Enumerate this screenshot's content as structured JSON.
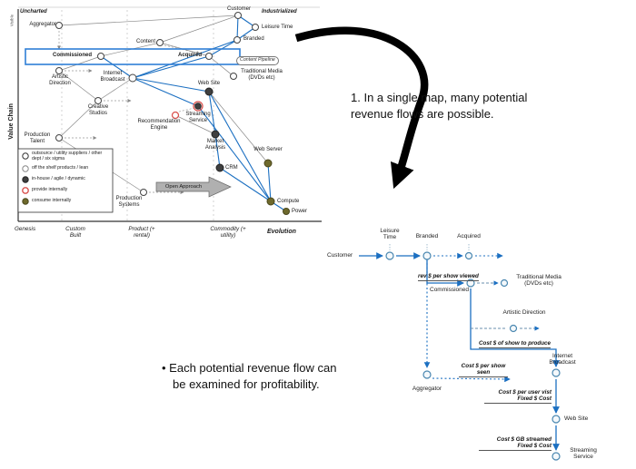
{
  "slide": {
    "note_right": "1. In a single map, many potential revenue flows are possible.",
    "bullet_left": "• Each potential revenue flow can be examined for profitability."
  },
  "map": {
    "top_left": "Uncharted",
    "top_right": "Industrialized",
    "y_axis_label": "Value Chain",
    "y_axis_top": "Visible",
    "x_axis_label": "Evolution",
    "x_stages": {
      "genesis": "Genesis",
      "custom": "Custom Built",
      "product": "Product (+ rental)",
      "commodity": "Commodity (+ utility)"
    },
    "content_pipeline": "Content Pipeline",
    "open_approach": "Open Approach",
    "nodes": {
      "customer": "Customer",
      "leisure_time": "Leisure Time",
      "aggregator": "Aggregator",
      "branded": "Branded",
      "content": "Content",
      "commissioned": "Commissioned",
      "acquired": "Acquired",
      "artistic_direction": "Artistic Direction",
      "internet_broadcast": "Internet Broadcast",
      "traditional_media": "Traditional Media (DVDs etc)",
      "web_site": "Web Site",
      "creative_studios": "Creative Studios",
      "streaming_service": "Streaming Service",
      "recommendation_engine": "Recommendation Engine",
      "market_analysis": "Market Analysis",
      "crm": "CRM",
      "web_server": "Web Server",
      "production_talent": "Production Talent",
      "production_systems": "Production Systems",
      "compute": "Compute",
      "power": "Power"
    },
    "legend": {
      "outsource": "outsource / utility suppliers / other dept / six sigma",
      "off_the_shelf": "off the shelf products / lean",
      "in_house": "in-house / agile / dynamic",
      "provide": "provide internally",
      "consume": "consume internally"
    }
  },
  "flow": {
    "headers": {
      "leisure_time": "Leisure Time",
      "branded": "Branded",
      "acquired": "Acquired"
    },
    "customer": "Customer",
    "commissioned": "Commissioned",
    "traditional_media": "Traditional Media (DVDs etc)",
    "artistic_direction": "Artistic Direction",
    "aggregator": "Aggregator",
    "internet_broadcast": "Internet Broadcast",
    "web_site": "Web Site",
    "streaming_service": "Streaming Service",
    "labels": {
      "rev_per_show": "rev $ per show viewed",
      "cost_show_produce": "Cost $ of show to produce",
      "cost_per_show_seen": "Cost $ per show seen",
      "cost_user_line1": "Cost $ per user vist",
      "cost_user_line2": "Fixed $ Cost",
      "cost_gb_line1": "Cost $ GB streamed",
      "cost_gb_line2": "Fixed $ Cost"
    }
  },
  "colors": {
    "flow_blue": "#1b6fc1",
    "highlight_blue": "#2f7fd6",
    "node_dark": "#3f3f3f",
    "node_olive": "#6e692c",
    "ring_red": "#d9534f"
  }
}
